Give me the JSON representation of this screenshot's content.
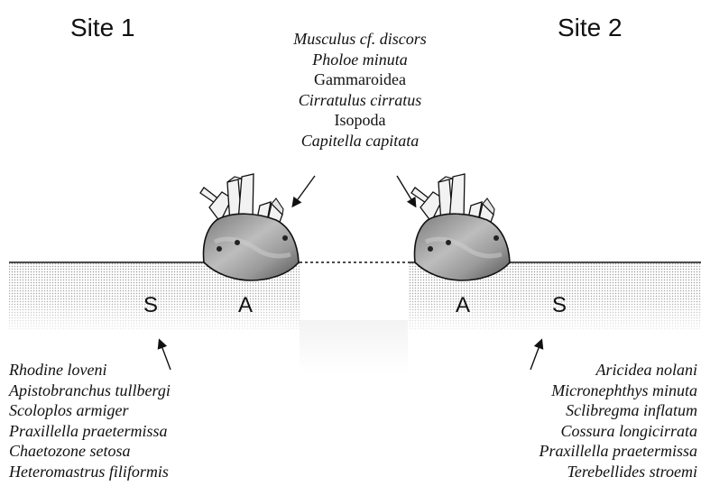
{
  "site1": {
    "title": "Site 1",
    "zone_s": "S",
    "zone_a": "A",
    "species": [
      {
        "name": "Rhodine loveni",
        "italic": true
      },
      {
        "name": "Apistobranchus tullbergi",
        "italic": true
      },
      {
        "name": "Scoloplos armiger",
        "italic": true
      },
      {
        "name": "Praxillella praetermissa",
        "italic": true
      },
      {
        "name": "Chaetozone setosa",
        "italic": true
      },
      {
        "name": "Heteromastrus filiformis",
        "italic": true
      }
    ]
  },
  "site2": {
    "title": "Site 2",
    "zone_a": "A",
    "zone_s": "S",
    "species": [
      {
        "name": "Aricidea nolani",
        "italic": true
      },
      {
        "name": "Micronephthys minuta",
        "italic": true
      },
      {
        "name": "Sclibregma inflatum",
        "italic": true
      },
      {
        "name": "Cossura longicirrata",
        "italic": true
      },
      {
        "name": "Praxillella praetermissa",
        "italic": true
      },
      {
        "name": "Terebellides stroemi",
        "italic": true
      }
    ]
  },
  "shared": {
    "species": [
      {
        "name": "Musculus cf. discors",
        "italic": true
      },
      {
        "name": "Pholoe minuta",
        "italic": true
      },
      {
        "name": "Gammaroidea",
        "italic": false
      },
      {
        "name": "Cirratulus cirratus",
        "italic": true
      },
      {
        "name": "Isopoda",
        "italic": false
      },
      {
        "name": "Capitella capitata",
        "italic": true
      }
    ]
  },
  "colors": {
    "ink": "#111111",
    "sediment_dot": "#9a9a9a",
    "rock_dark": "#4a4a4a",
    "rock_light": "#d8d8d8",
    "tube": "#f2f2f2"
  }
}
